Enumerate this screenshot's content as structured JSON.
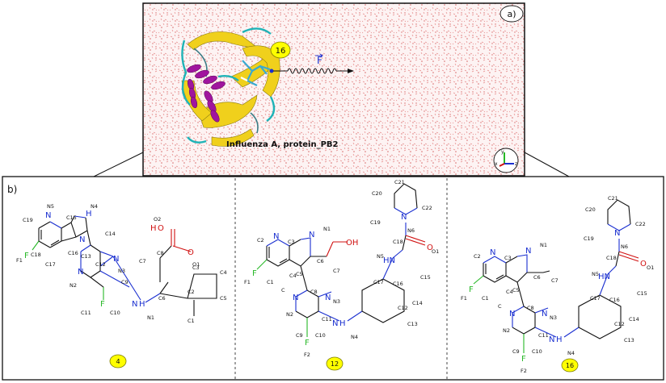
{
  "panel_a": {
    "label": "a)",
    "caption": "Influenza A, protein_PB2",
    "ligand_badge": "16",
    "force_label": "F",
    "axes": {
      "x": "x",
      "y": "y",
      "z": "z"
    }
  },
  "panel_b": {
    "label": "b)",
    "compounds": [
      {
        "id": "4"
      },
      {
        "id": "12"
      },
      {
        "id": "16"
      }
    ]
  },
  "colors": {
    "nitrogen": "#1a2fd0",
    "oxygen": "#d01010",
    "fluorine": "#27b827",
    "badge": "#ffff00",
    "helix": "#a0159e",
    "sheet": "#f0d01c"
  },
  "atoms": {
    "N": "N",
    "O": "O",
    "F": "F",
    "H": "H",
    "HN": "HN",
    "OH": "OH",
    "C": "C",
    "N1": "N1",
    "N2": "N2",
    "N3": "N3",
    "N4": "N4",
    "N5": "N5",
    "N6": "N6",
    "O1": "O1",
    "O2": "O2",
    "F1": "F1",
    "F2": "F2",
    "C1": "C1",
    "C2": "C2",
    "C3": "C3",
    "C4": "C4",
    "C5": "C5",
    "C6": "C6",
    "C7": "C7",
    "C8": "C8",
    "C9": "C9",
    "C10": "C10",
    "C11": "C11",
    "C12": "C12",
    "C13": "C13",
    "C14": "C14",
    "C15": "C15",
    "C16": "C16",
    "C17": "C17",
    "C18": "C18",
    "C19": "C19",
    "C20": "C20",
    "C21": "C21",
    "C22": "C22"
  }
}
